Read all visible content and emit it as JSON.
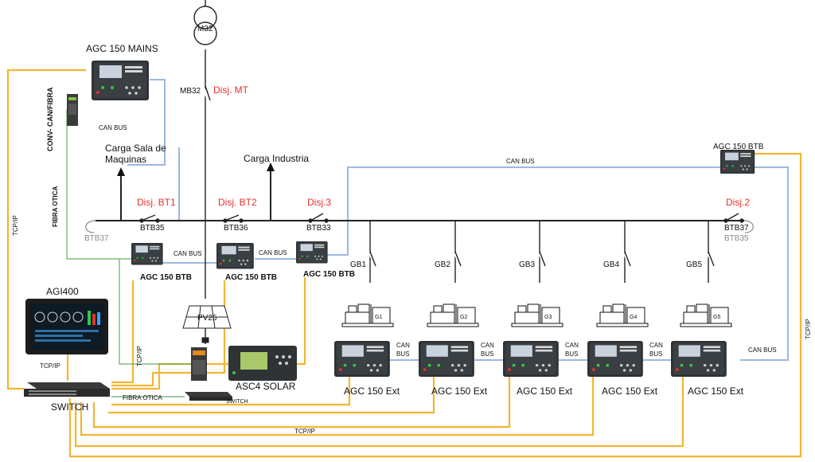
{
  "colors": {
    "tcp_ip": "#f2b630",
    "can_bus": "#9db7e0",
    "fiber": "#6aaa64",
    "bus": "#222222",
    "breaker_label": "#e8312f",
    "device_dark": "#2f3336",
    "screen": "#c9d3dd"
  },
  "transformer": {
    "label": "M32"
  },
  "labels": {
    "agc_mains": "AGC 150 MAINS",
    "conv_can_fibra": "CONV- CAN/FIBRA",
    "can_bus_mains": "CAN BUS",
    "carga_sala_1": "Carga Sala de",
    "carga_sala_2": "Maquinas",
    "carga_industria": "Carga Industria",
    "mb32": "MB32",
    "disj_mt": "Disj. MT",
    "agc_btb_right": "AGC 150 BTB",
    "can_bus_top": "CAN BUS",
    "fibra_otica_v": "FIBRA OTICA",
    "tcp_ip_left": "TCP/IP",
    "tcp_ip_right": "TCP/IP",
    "disj_bt1": "Disj. BT1",
    "disj_bt2": "Disj. BT2",
    "disj_3": "Disj.3",
    "disj_2": "Disj.2",
    "btb37_left": "BTB37",
    "btb35": "BTB35",
    "btb36": "BTB36",
    "btb33": "BTB33",
    "btb37_right": "BTB37",
    "btb35_right": "BTB35",
    "can_bus_1": "CAN BUS",
    "can_bus_2": "CAN BUS",
    "agc_btb_1": "AGC 150 BTB",
    "agc_btb_2": "AGC 150 BTB",
    "agc_btb_3": "AGC 150 BTB",
    "agi400": "AGI400",
    "pv25": "PV25",
    "tcp_ip_mid": "TCP/IP",
    "tcp_ip_agi": "TCP/IP",
    "asc4_solar": "ASC4 SOLAR",
    "fibra_otica_h": "FIBRA OTICA",
    "switch_small": "SWITCH",
    "switch_main": "SWITCH",
    "tcp_ip_bottom": "TCP/IP",
    "can_bus_ext_right": "CAN BUS"
  },
  "gen_bays": [
    {
      "breaker": "GB1",
      "gen": "G1",
      "controller": "AGC 150 Ext",
      "can_1": "CAN",
      "can_2": "BUS"
    },
    {
      "breaker": "GB2",
      "gen": "G2",
      "controller": "AGC 150 Ext",
      "can_1": "CAN",
      "can_2": "BUS"
    },
    {
      "breaker": "GB3",
      "gen": "G3",
      "controller": "AGC 150 Ext",
      "can_1": "CAN",
      "can_2": "BUS"
    },
    {
      "breaker": "GB4",
      "gen": "G4",
      "controller": "AGC 150 Ext",
      "can_1": "CAN",
      "can_2": "BUS"
    },
    {
      "breaker": "GB5",
      "gen": "G5",
      "controller": "AGC 150 Ext"
    }
  ]
}
